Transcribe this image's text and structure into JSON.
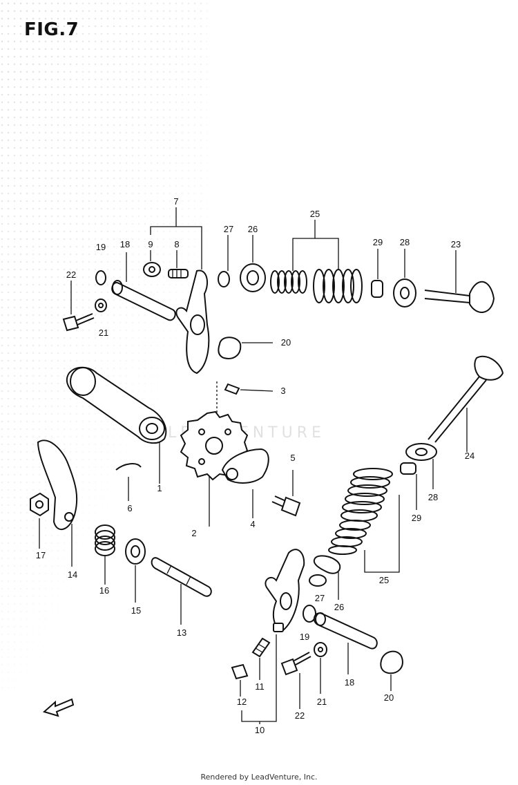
{
  "figure": {
    "title": "FIG.7"
  },
  "watermark": {
    "text": "LEADVENTURE"
  },
  "footer": {
    "text": "Rendered by LeadVenture, Inc."
  },
  "callouts": [
    {
      "id": "c7",
      "label": "7"
    },
    {
      "id": "c9",
      "label": "9"
    },
    {
      "id": "c8",
      "label": "8"
    },
    {
      "id": "c27a",
      "label": "27"
    },
    {
      "id": "c26a",
      "label": "26"
    },
    {
      "id": "c25a",
      "label": "25"
    },
    {
      "id": "c29a",
      "label": "29"
    },
    {
      "id": "c28a",
      "label": "28"
    },
    {
      "id": "c23",
      "label": "23"
    },
    {
      "id": "c19a",
      "label": "19"
    },
    {
      "id": "c18a",
      "label": "18"
    },
    {
      "id": "c22a",
      "label": "22"
    },
    {
      "id": "c21a",
      "label": "21"
    },
    {
      "id": "c20a",
      "label": "20"
    },
    {
      "id": "c3",
      "label": "3"
    },
    {
      "id": "c5",
      "label": "5"
    },
    {
      "id": "c24",
      "label": "24"
    },
    {
      "id": "c1",
      "label": "1"
    },
    {
      "id": "c6",
      "label": "6"
    },
    {
      "id": "c2",
      "label": "2"
    },
    {
      "id": "c4",
      "label": "4"
    },
    {
      "id": "c28b",
      "label": "28"
    },
    {
      "id": "c29b",
      "label": "29"
    },
    {
      "id": "c17",
      "label": "17"
    },
    {
      "id": "c14",
      "label": "14"
    },
    {
      "id": "c16",
      "label": "16"
    },
    {
      "id": "c15",
      "label": "15"
    },
    {
      "id": "c13",
      "label": "13"
    },
    {
      "id": "c25b",
      "label": "25"
    },
    {
      "id": "c27b",
      "label": "27"
    },
    {
      "id": "c26b",
      "label": "26"
    },
    {
      "id": "c19b",
      "label": "19"
    },
    {
      "id": "c11",
      "label": "11"
    },
    {
      "id": "c12",
      "label": "12"
    },
    {
      "id": "c10",
      "label": "10"
    },
    {
      "id": "c22b",
      "label": "22"
    },
    {
      "id": "c21b",
      "label": "21"
    },
    {
      "id": "c18b",
      "label": "18"
    },
    {
      "id": "c20b",
      "label": "20"
    }
  ]
}
